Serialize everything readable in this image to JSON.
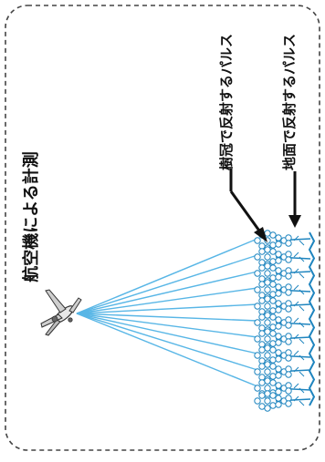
{
  "labels": {
    "title": "航空機による計測",
    "canopy": "樹冠で反射するパルス",
    "ground": "地面で反射するパルス"
  },
  "colors": {
    "beam": "#58b6e6",
    "tree": "#1f85bf",
    "ground": "#1f85bf",
    "border": "#444444",
    "text": "#111111",
    "arrow": "#111111"
  },
  "icons": {
    "aircraft": "aircraft-icon"
  }
}
